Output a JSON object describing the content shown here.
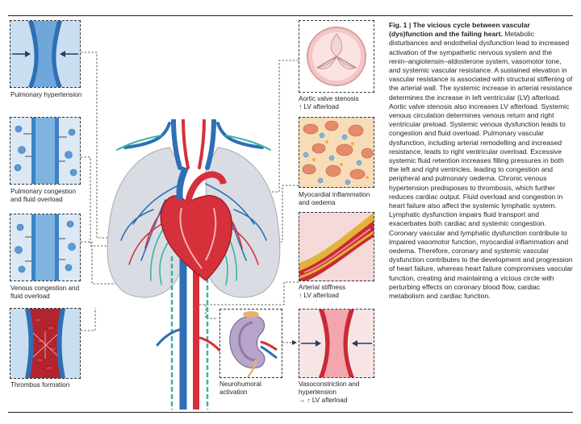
{
  "panels": {
    "pulmonary_hypertension": "Pulmonary hypertension",
    "pulmonary_congestion": "Pulmonary congestion and fluid overload",
    "venous_congestion": "Venous congestion and fluid overload",
    "thrombus": "Thrombus formation",
    "neurohumoral": "Neurohumoral activation",
    "aortic_stenosis": "Aortic valve stenosis",
    "aortic_stenosis_effect": "↑ LV afterload",
    "myocardial": "Myocardial inflammation and oedema",
    "arterial_stiffness": "Arterial stiffness",
    "arterial_stiffness_effect": "↑ LV afterload",
    "vasoconstriction": "Vasoconstriction and hypertension",
    "vasoconstriction_effect": "→ ↑ LV afterload"
  },
  "caption": {
    "label": "Fig. 1 | The vicious cycle between vascular (dys)function and the failing heart.",
    "text": "Metabolic disturbances and endothelial dysfunction lead to increased activation of the sympathetic nervous system and the renin–angiotensin–aldosterone system, vasomotor tone, and systemic vascular resistance. A sustained elevation in vascular resistance is associated with structural stiffening of the arterial wall. The systemic increase in arterial resistance determines the increase in left ventricular (LV) afterload. Aortic valve stenosis also increases LV afterload. Systemic venous circulation determines venous return and right ventricular preload. Systemic venous dysfunction leads to congestion and fluid overload. Pulmonary vascular dysfunction, including arterial remodelling and increased resistance, leads to right ventricular overload. Excessive systemic fluid retention increases filling pressures in both the left and right ventricles, leading to congestion and peripheral and pulmonary oedema. Chronic venous hypertension predisposes to thrombosis, which further reduces cardiac output. Fluid overload and congestion in heart failure also affect the systemic lymphatic system. Lymphatic dysfunction impairs fluid transport and exacerbates both cardiac and systemic congestion. Coronary vascular and lymphatic dysfunction contribute to impaired vasomotor function, myocardial inflammation and oedema. Therefore, coronary and systemic vascular dysfunction contributes to the development and progression of heart failure, whereas heart failure compromises vascular function, creating and maintaining a vicious circle with perturbing effects on coronary blood flow, cardiac metabolism and cardiac function."
  },
  "colors": {
    "vein_blue": "#2e6fb5",
    "artery_red": "#d6303a",
    "lymph_teal": "#3bb3a5",
    "lung_grey": "#d9dde3"
  }
}
